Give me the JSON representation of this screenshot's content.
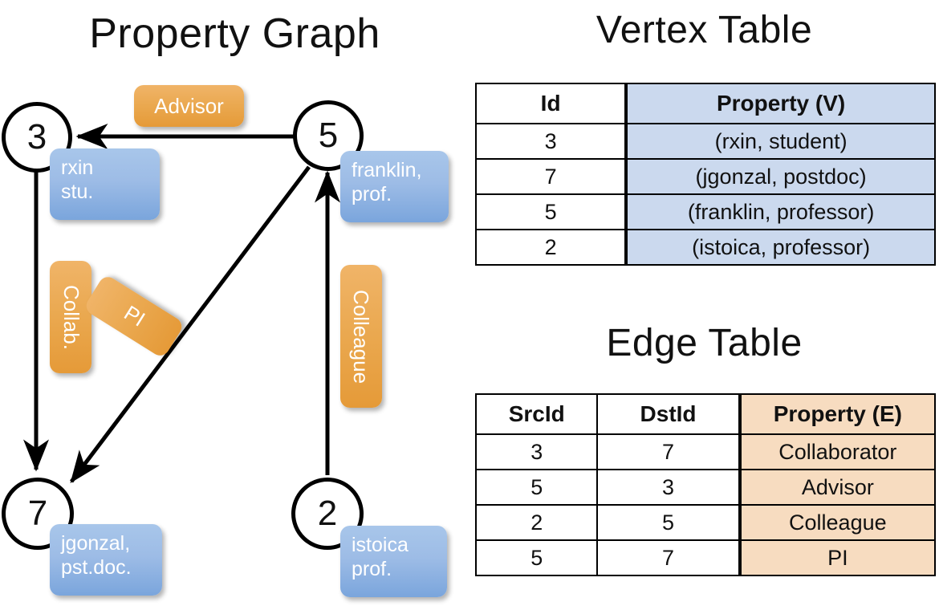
{
  "titles": {
    "property_graph": "Property Graph",
    "vertex_table": "Vertex Table",
    "edge_table": "Edge Table"
  },
  "graph": {
    "nodes": [
      {
        "id": "3",
        "property_lines": [
          "rxin",
          "stu."
        ]
      },
      {
        "id": "5",
        "property_lines": [
          "franklin,",
          "prof."
        ]
      },
      {
        "id": "7",
        "property_lines": [
          "jgonzal,",
          "pst.doc."
        ]
      },
      {
        "id": "2",
        "property_lines": [
          "istoica",
          "prof."
        ]
      }
    ],
    "edge_labels": [
      {
        "name": "advisor",
        "text": "Advisor"
      },
      {
        "name": "collab",
        "text": "Collab."
      },
      {
        "name": "pi",
        "text": "PI"
      },
      {
        "name": "colleague",
        "text": "Colleague"
      }
    ]
  },
  "vertex_table": {
    "headers": [
      "Id",
      "Property (V)"
    ],
    "rows": [
      {
        "id": "3",
        "property": "(rxin, student)"
      },
      {
        "id": "7",
        "property": "(jgonzal, postdoc)"
      },
      {
        "id": "5",
        "property": "(franklin, professor)"
      },
      {
        "id": "2",
        "property": "(istoica, professor)"
      }
    ]
  },
  "edge_table": {
    "headers": [
      "SrcId",
      "DstId",
      "Property (E)"
    ],
    "rows": [
      {
        "src": "3",
        "dst": "7",
        "property": "Collaborator"
      },
      {
        "src": "5",
        "dst": "3",
        "property": "Advisor"
      },
      {
        "src": "2",
        "dst": "5",
        "property": "Colleague"
      },
      {
        "src": "5",
        "dst": "7",
        "property": "PI"
      }
    ]
  },
  "colors": {
    "vertex_property_fill": "#cbd9ee",
    "edge_property_fill": "#f7dcc0",
    "node_box_blue": "#9dbce6",
    "edge_label_orange": "#eaa84f",
    "stroke": "#000000"
  }
}
